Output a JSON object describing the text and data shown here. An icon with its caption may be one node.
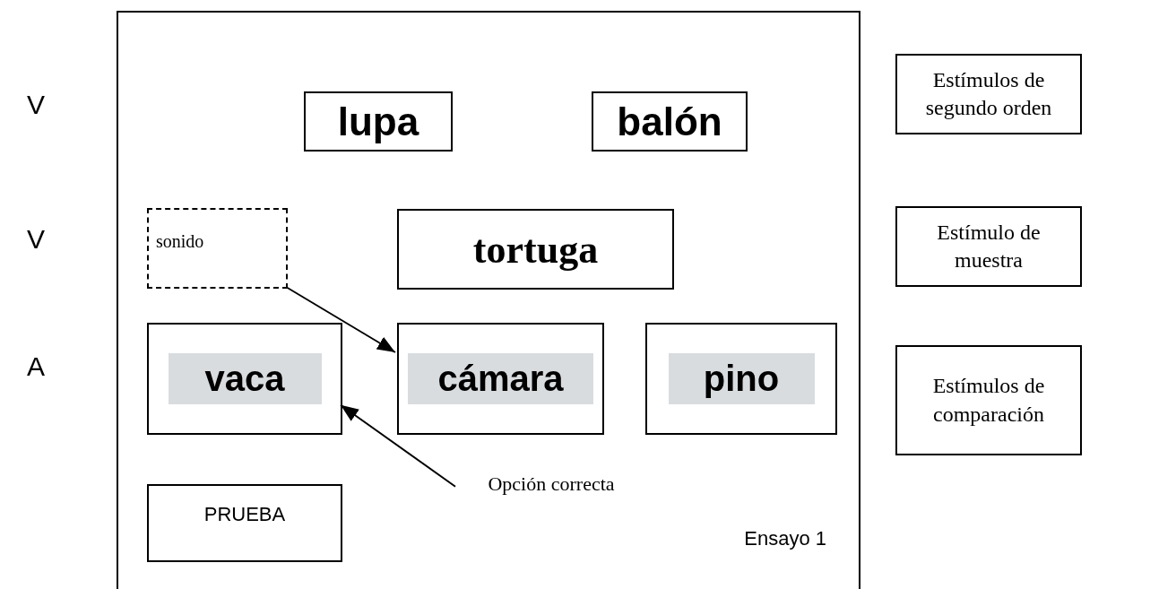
{
  "diagram": {
    "nodes": [
      {
        "text": [
          "Ensayo 1"
        ]
      },
      {
        "text": [
          "lupa"
        ],
        "in": 0
      },
      {
        "text": [
          "balón"
        ],
        "in": 0
      },
      {
        "text": [
          "sonido"
        ],
        "in": 0
      },
      {
        "text": [
          "tortuga"
        ],
        "in": 0
      },
      {
        "text": [
          "vaca"
        ],
        "in": 0
      },
      {
        "text": [
          "cámara"
        ],
        "in": 0
      },
      {
        "text": [
          "pino"
        ],
        "in": 0
      },
      {
        "text": [
          "Opción correcta"
        ],
        "in": 0
      },
      {
        "text": [
          "PRUEBA"
        ],
        "in": 0
      },
      {
        "text": [
          "Estímulos de segundo orden"
        ]
      },
      {
        "text": [
          "Estímulo de muestra"
        ]
      },
      {
        "text": [
          "Estímulos de comparación"
        ]
      }
    ],
    "edges": [
      {
        "from": 3,
        "to": 6,
        "arrow": "to"
      },
      {
        "from": 8,
        "to": 5,
        "arrow": "to"
      }
    ],
    "labels": [
      "V",
      "V",
      "A"
    ]
  }
}
